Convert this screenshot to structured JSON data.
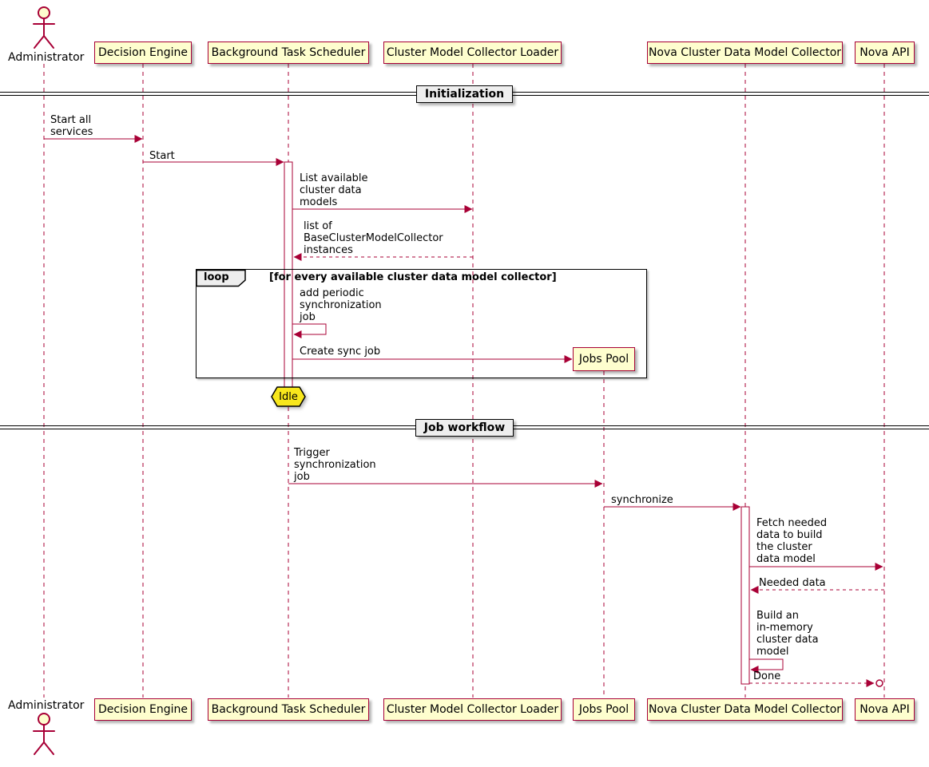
{
  "participants": {
    "administrator": "Administrator",
    "decision_engine": "Decision Engine",
    "background_task_scheduler": "Background Task Scheduler",
    "cluster_model_collector_loader": "Cluster Model Collector Loader",
    "jobs_pool": "Jobs Pool",
    "nova_cluster_data_model_collector": "Nova Cluster Data Model Collector",
    "nova_api": "Nova API"
  },
  "dividers": {
    "initialization": "Initialization",
    "job_workflow": "Job workflow"
  },
  "loop_frame": {
    "label": "loop",
    "condition": "[for every available cluster data model collector]"
  },
  "messages": {
    "start_all_services": "Start all\nservices",
    "start": "Start",
    "list_available_models": "List available\ncluster data\nmodels",
    "list_of_instances": "list of\nBaseClusterModelCollector\ninstances",
    "add_periodic_job": "add periodic\nsynchronization\njob",
    "create_sync_job": "Create sync job",
    "trigger_job": "Trigger\nsynchronization\njob",
    "synchronize": "synchronize",
    "fetch_data": "Fetch needed\ndata to build\nthe cluster\ndata model",
    "needed_data": "Needed data",
    "build_model": "Build an\nin-memory\ncluster data\nmodel",
    "done": "Done"
  },
  "notes": {
    "idle": "Idle"
  },
  "colors": {
    "line": "#A80036",
    "participant_fill": "#FEFECE",
    "hexagon_fill": "#F8E71C",
    "divider_label_fill": "#EEEEEE"
  }
}
